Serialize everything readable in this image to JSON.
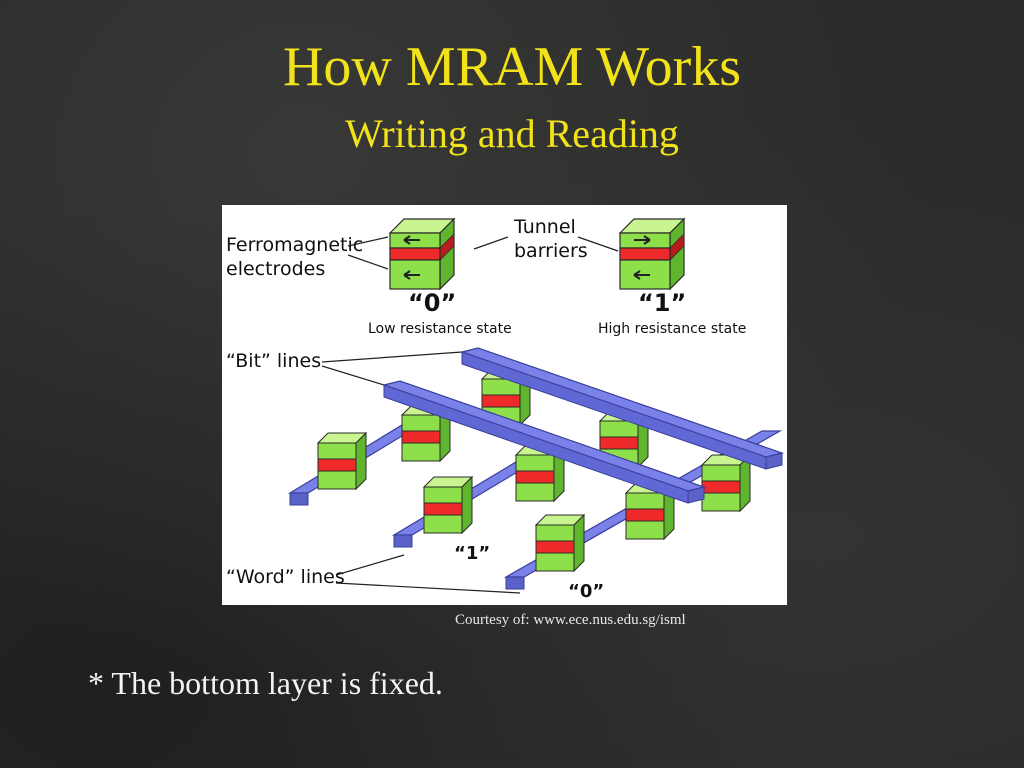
{
  "slide": {
    "title": "How MRAM Works",
    "subtitle": "Writing and Reading",
    "credit": "Courtesy of: www.ece.nus.edu.sg/isml",
    "note": "* The bottom layer is fixed."
  },
  "diagram": {
    "ferro_label_line1": "Ferromagnetic",
    "ferro_label_line2": "electrodes",
    "tunnel_label_line1": "Tunnel",
    "tunnel_label_line2": "barriers",
    "state0_digit": "“0”",
    "state0_desc": "Low resistance state",
    "state1_digit": "“1”",
    "state1_desc": "High resistance state",
    "bit_lines_label": "“Bit” lines",
    "word_lines_label": "“Word” lines",
    "cell_label_1": "“1”",
    "cell_label_0": "“0”",
    "colors": {
      "ferromagnet": "#8ee04a",
      "barrier": "#ee2a2a",
      "line": "#7a82ea",
      "title": "#f2e21a"
    }
  }
}
